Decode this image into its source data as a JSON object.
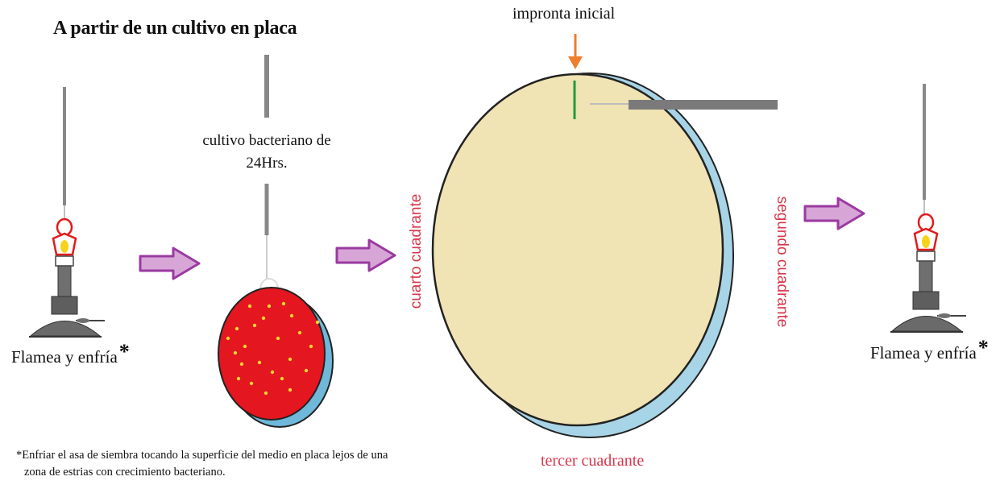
{
  "title": "A partir de un cultivo en placa",
  "culture_label": "cultivo bacteriano de 24Hrs.",
  "initial_label": "impronta inicial",
  "flame_left_label": "Flamea y enfría",
  "flame_right_label": "Flamea y enfría",
  "asterisk": "*",
  "quadrants": {
    "left": "cuarto cuadrante",
    "right": "segundo cuadrante",
    "bottom": "tercer cuadrante"
  },
  "note": {
    "line1": "*Enfriar el asa de siembra tocando la superficie del medio en placa lejos de una",
    "line2": "zona de estrias con crecimiento bacteriano."
  },
  "colors": {
    "arrow_fill": "#d7a6d7",
    "arrow_stroke": "#9a3aa0",
    "plate_medium": "#f0e3b4",
    "plate_shadow": "#a7d4e6",
    "culture_medium": "#e4161f",
    "colonies": "#f2d433",
    "streak": "#1f9b3a",
    "marker_arrow": "#f07d2c",
    "quadrant_text": "#d9364a"
  }
}
